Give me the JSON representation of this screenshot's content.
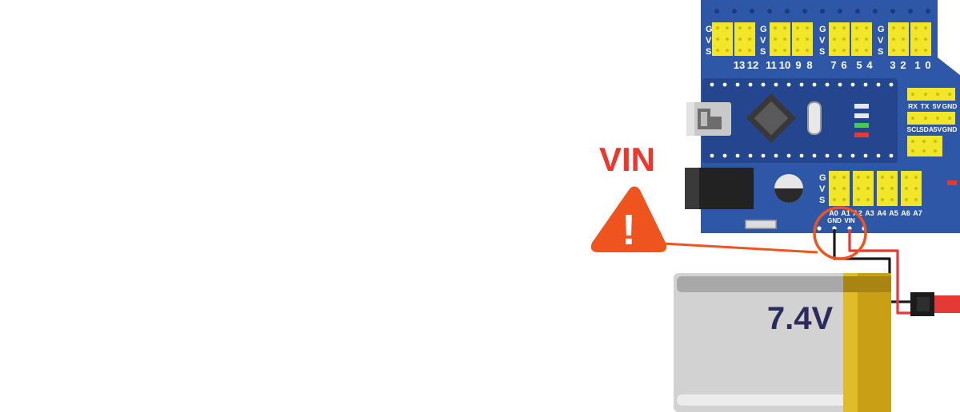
{
  "warning": {
    "label": "VIN",
    "symbol": "!",
    "color": "#f0541e"
  },
  "board": {
    "color": "#2f57a8",
    "header_color": "#f2e629",
    "rail_labels": [
      "G",
      "V",
      "S"
    ],
    "digital_pins": [
      "13",
      "12",
      "11",
      "10",
      "9",
      "8",
      "7",
      "6",
      "5",
      "4",
      "3",
      "2",
      "1",
      "0"
    ],
    "uart_header": [
      "RX",
      "TX",
      "5V",
      "GND"
    ],
    "i2c_header": [
      "SCL",
      "SDA",
      "5V",
      "GND"
    ],
    "analog_pins": [
      "A0",
      "A1",
      "A2",
      "A3",
      "A4",
      "A5",
      "A6",
      "A7"
    ],
    "power_pins": [
      "GND",
      "VIN"
    ]
  },
  "battery": {
    "voltage_label": "7.4V",
    "body_color": "#d2d2d2",
    "band_color": "#c8a014",
    "label_color": "#2b2b5e"
  },
  "wires": {
    "positive_color": "#e53935",
    "negative_color": "#1a1a1a"
  }
}
